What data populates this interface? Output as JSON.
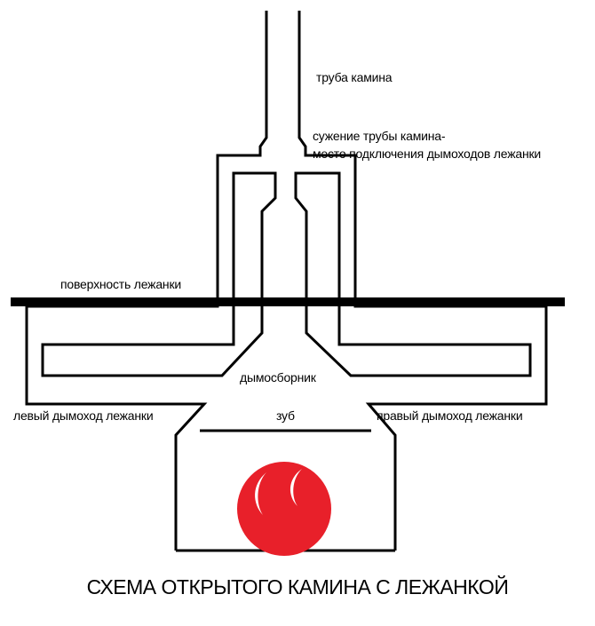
{
  "labels": {
    "pipe": "труба камина",
    "narrowing_line1": "сужение трубы камина-",
    "narrowing_line2": "место подключения дымоходов лежанки",
    "surface": "поверхность лежанки",
    "smoke_collector": "дымосборник",
    "left_flue": "левый дымоход лежанки",
    "tooth": "зуб",
    "right_flue": "правый дымоход лежанки"
  },
  "title": "СХЕМА ОТКРЫТОГО КАМИНА С ЛЕЖАНКОЙ",
  "colors": {
    "line": "#000000",
    "fire": "#e8202a",
    "background": "#ffffff"
  },
  "icons": {
    "fire": "flame-logo-icon"
  }
}
